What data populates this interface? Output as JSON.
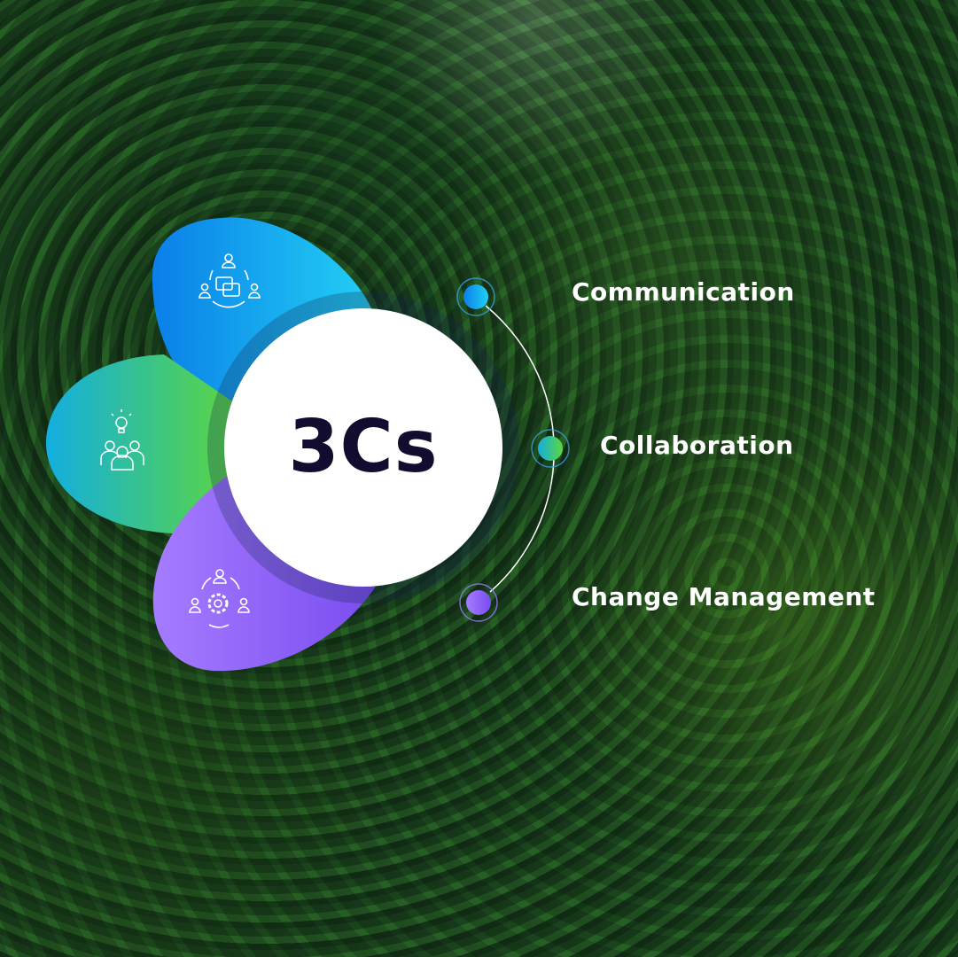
{
  "center": {
    "title": "3Cs"
  },
  "items": [
    {
      "label": "Communication",
      "icon": "communication-chat-people-icon",
      "color": "#1a9cf0"
    },
    {
      "label": "Collaboration",
      "icon": "collaboration-idea-team-icon",
      "color": "#4ccf58"
    },
    {
      "label": "Change Management",
      "icon": "change-management-gear-cycle-icon",
      "color": "#8c5cf5"
    }
  ]
}
